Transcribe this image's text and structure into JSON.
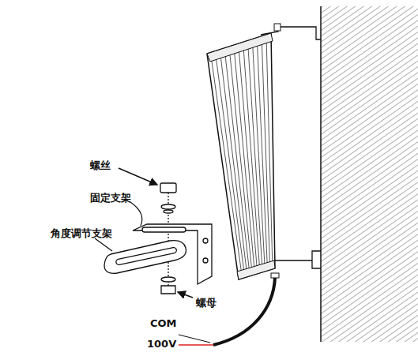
{
  "diagram": {
    "labels": [
      "螺丝",
      "固定支架",
      "角度调节支架",
      "螺母",
      "COM",
      "100V"
    ]
  }
}
